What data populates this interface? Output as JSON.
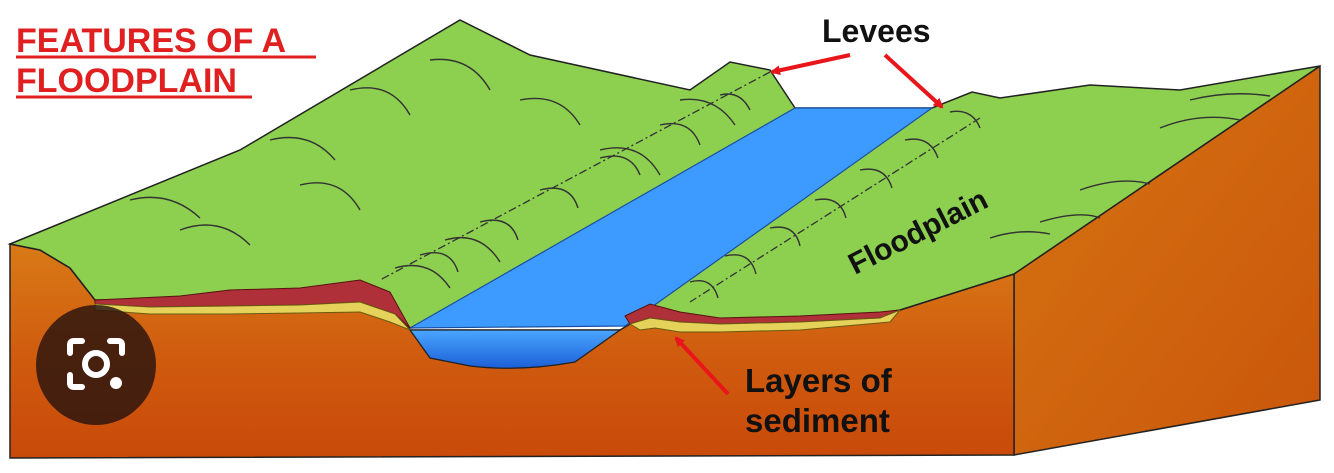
{
  "title": {
    "line1": "FEATURES OF A",
    "line2": "FLOODPLAIN"
  },
  "labels": {
    "levees": "Levees",
    "floodplain": "Floodplain",
    "sediment_line1": "Layers of",
    "sediment_line2": "sediment"
  },
  "colors": {
    "title": "#e02020",
    "arrow": "#e8161b",
    "grass": "#8dcf4f",
    "soil": "#d2660f",
    "water": "#3d9bff",
    "sediment_red": "#b0303a",
    "sediment_yellow": "#e4d25a"
  },
  "overlay": {
    "icon": "camera-lens-icon"
  }
}
